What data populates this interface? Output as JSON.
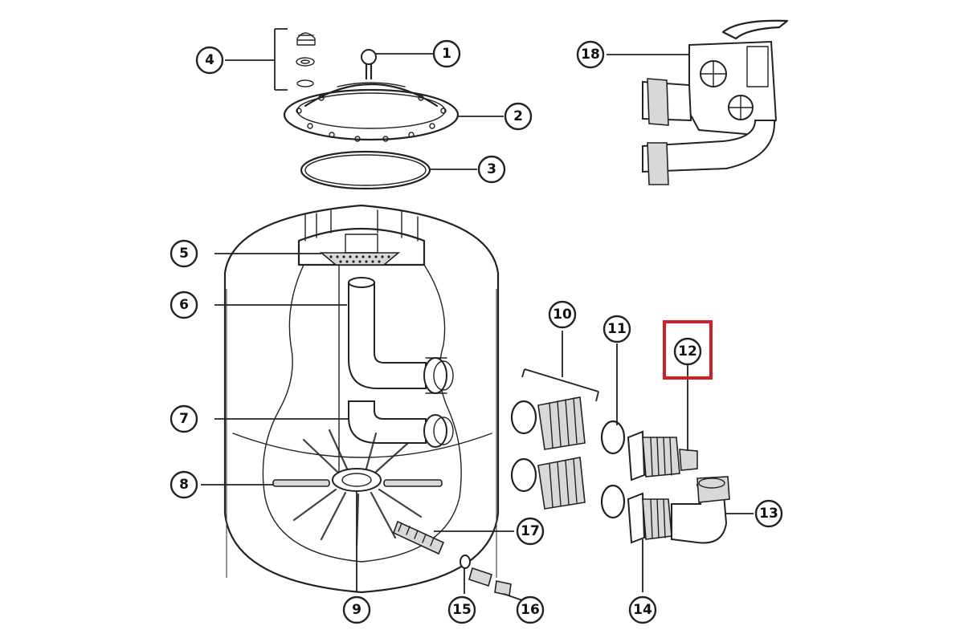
{
  "diagram": {
    "callouts": [
      {
        "id": "1",
        "label": "1"
      },
      {
        "id": "2",
        "label": "2"
      },
      {
        "id": "3",
        "label": "3"
      },
      {
        "id": "4",
        "label": "4"
      },
      {
        "id": "5",
        "label": "5"
      },
      {
        "id": "6",
        "label": "6"
      },
      {
        "id": "7",
        "label": "7"
      },
      {
        "id": "8",
        "label": "8"
      },
      {
        "id": "9",
        "label": "9"
      },
      {
        "id": "10",
        "label": "10"
      },
      {
        "id": "11",
        "label": "11"
      },
      {
        "id": "12",
        "label": "12",
        "highlighted": true
      },
      {
        "id": "13",
        "label": "13"
      },
      {
        "id": "14",
        "label": "14"
      },
      {
        "id": "15",
        "label": "15"
      },
      {
        "id": "16",
        "label": "16"
      },
      {
        "id": "17",
        "label": "17"
      },
      {
        "id": "18",
        "label": "18"
      }
    ],
    "highlight_color": "#d0202a",
    "line_color": "#222222"
  }
}
